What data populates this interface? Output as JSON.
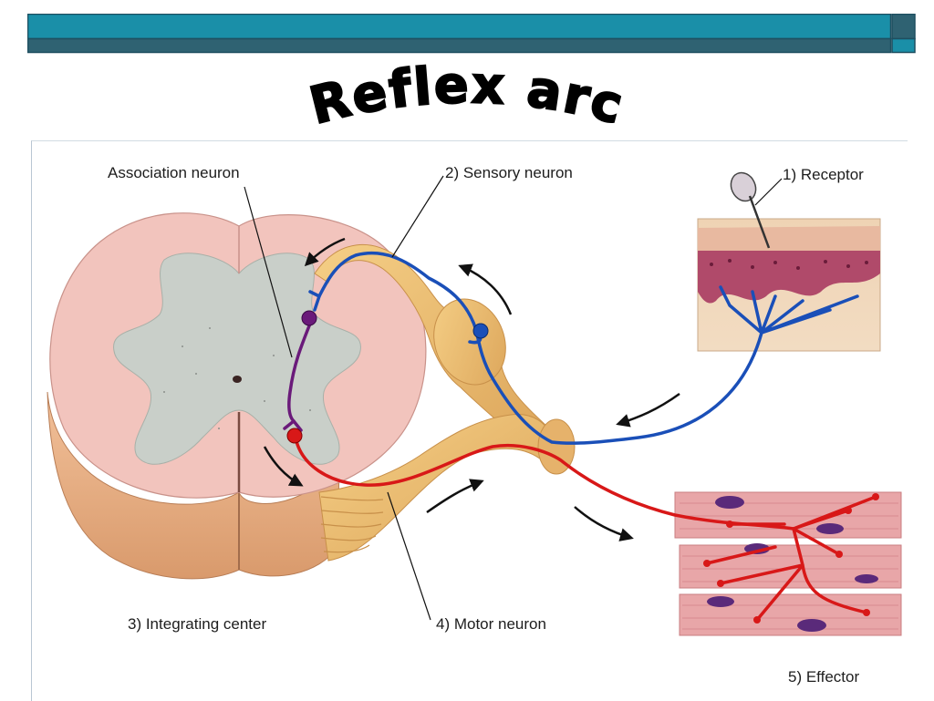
{
  "slide": {
    "title": "Reflex arc"
  },
  "labels": {
    "association_neuron": "Association neuron",
    "sensory_neuron": "2) Sensory neuron",
    "receptor": "1) Receptor",
    "integrating_center": "3) Integrating center",
    "motor_neuron": "4) Motor neuron",
    "effector": "5) Effector"
  },
  "colors": {
    "header_bar": "#1a8fa8",
    "header_border": "#1e4f60",
    "sensory_neuron": "#1a4fb8",
    "motor_neuron": "#d81818",
    "association_neuron": "#6a1a7a",
    "gray_matter": "#c9cfc9",
    "white_matter": "#f2c4bd",
    "nerve": "#f0bf73"
  }
}
